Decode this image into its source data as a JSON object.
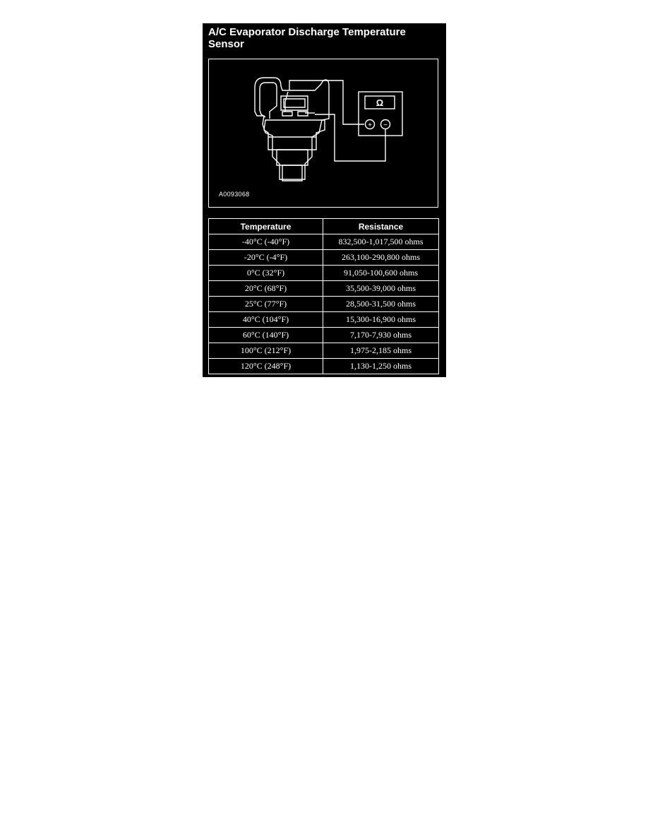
{
  "document": {
    "title": "A/C Evaporator Discharge Temperature Sensor",
    "figure_id": "A0093068",
    "meter": {
      "symbol": "Ω",
      "positive": "+",
      "negative": "−"
    },
    "table": {
      "headers": [
        "Temperature",
        "Resistance"
      ],
      "rows": [
        [
          "-40°C (-40°F)",
          "832,500-1,017,500 ohms"
        ],
        [
          "-20°C (-4°F)",
          "263,100-290,800 ohms"
        ],
        [
          "0°C (32°F)",
          "91,050-100,600 ohms"
        ],
        [
          "20°C (68°F)",
          "35,500-39,000 ohms"
        ],
        [
          "25°C (77°F)",
          "28,500-31,500 ohms"
        ],
        [
          "40°C (104°F)",
          "15,300-16,900 ohms"
        ],
        [
          "60°C (140°F)",
          "7,170-7,930 ohms"
        ],
        [
          "100°C (212°F)",
          "1,975-2,185 ohms"
        ],
        [
          "120°C (248°F)",
          "1,130-1,250 ohms"
        ]
      ]
    }
  }
}
